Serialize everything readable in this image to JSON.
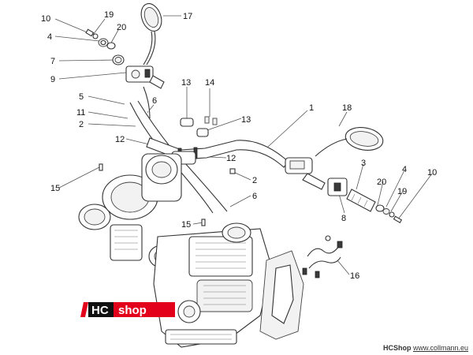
{
  "labels": [
    "10",
    "19",
    "4",
    "20",
    "17",
    "7",
    "9",
    "5",
    "11",
    "2",
    "6",
    "13",
    "14",
    "13",
    "1",
    "18",
    "12",
    "12",
    "2",
    "6",
    "3",
    "4",
    "10",
    "20",
    "19",
    "8",
    "15",
    "15",
    "16"
  ],
  "logo": {
    "hc": "HC",
    "shop": "shop"
  },
  "footer": {
    "brand": "HCShop",
    "site": "www.collmann.eu"
  },
  "colors": {
    "logo_red": "#e3001b",
    "logo_black": "#111111"
  }
}
